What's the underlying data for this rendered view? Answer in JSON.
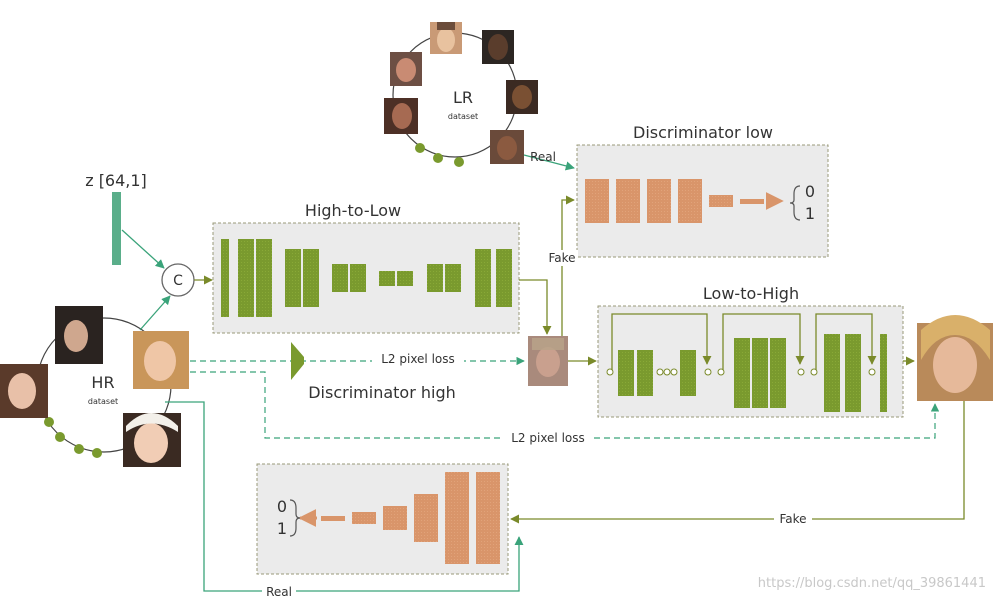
{
  "datasets": {
    "lr": {
      "name": "LR",
      "sub": "dataset"
    },
    "hr": {
      "name": "HR",
      "sub": "dataset"
    }
  },
  "z_label": "z [64,1]",
  "concat_symbol": "C",
  "blocks": {
    "high_to_low": "High-to-Low",
    "discriminator_low": "Discriminator low",
    "low_to_high": "Low-to-High",
    "discriminator_high": "Discriminator high"
  },
  "outputs": {
    "zero": "0",
    "one": "1"
  },
  "edges": {
    "real_lr": "Real",
    "fake_low": "Fake",
    "l2_top": "L2 pixel loss",
    "l2_bottom": "L2 pixel loss",
    "fake_high": "Fake",
    "real_hr": "Real"
  },
  "watermark": "https://blog.csdn.net/qq_39861441",
  "colors": {
    "green_block": "#7a9a2e",
    "orange_block": "#d9956a",
    "teal": "#3aa37a",
    "olive_line": "#7a8a2a",
    "panel_bg": "#ebebeb"
  }
}
